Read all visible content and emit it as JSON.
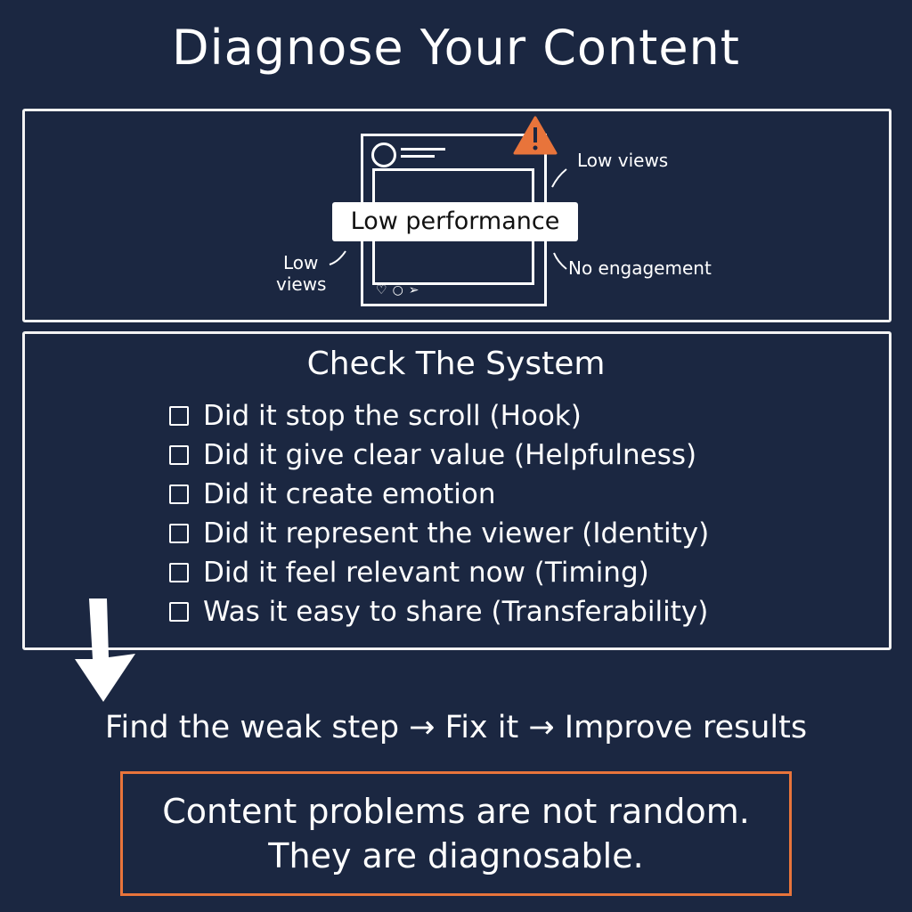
{
  "title": "Diagnose Your Content",
  "post_mockup": {
    "badge": "Low performance",
    "annotations": {
      "top_right": "Low views",
      "bottom_right": "No engagement",
      "left_line1": "Low",
      "left_line2": "views"
    },
    "icons": [
      "heart-icon",
      "comment-icon",
      "share-icon"
    ],
    "warning_icon": "warning-triangle-icon"
  },
  "checklist": {
    "title": "Check The System",
    "items": [
      "Did it stop the scroll (Hook)",
      "Did it give clear value (Helpfulness)",
      "Did it create emotion",
      "Did it represent the viewer (Identity)",
      "Did it feel relevant now (Timing)",
      "Was it easy to share (Transferability)"
    ]
  },
  "flow": "Find the weak step → Fix it → Improve results",
  "callout": {
    "line1": "Content problems are not random.",
    "line2": "They are diagnosable."
  },
  "colors": {
    "background": "#1b2741",
    "accent": "#e8743b",
    "foreground": "#ffffff"
  }
}
